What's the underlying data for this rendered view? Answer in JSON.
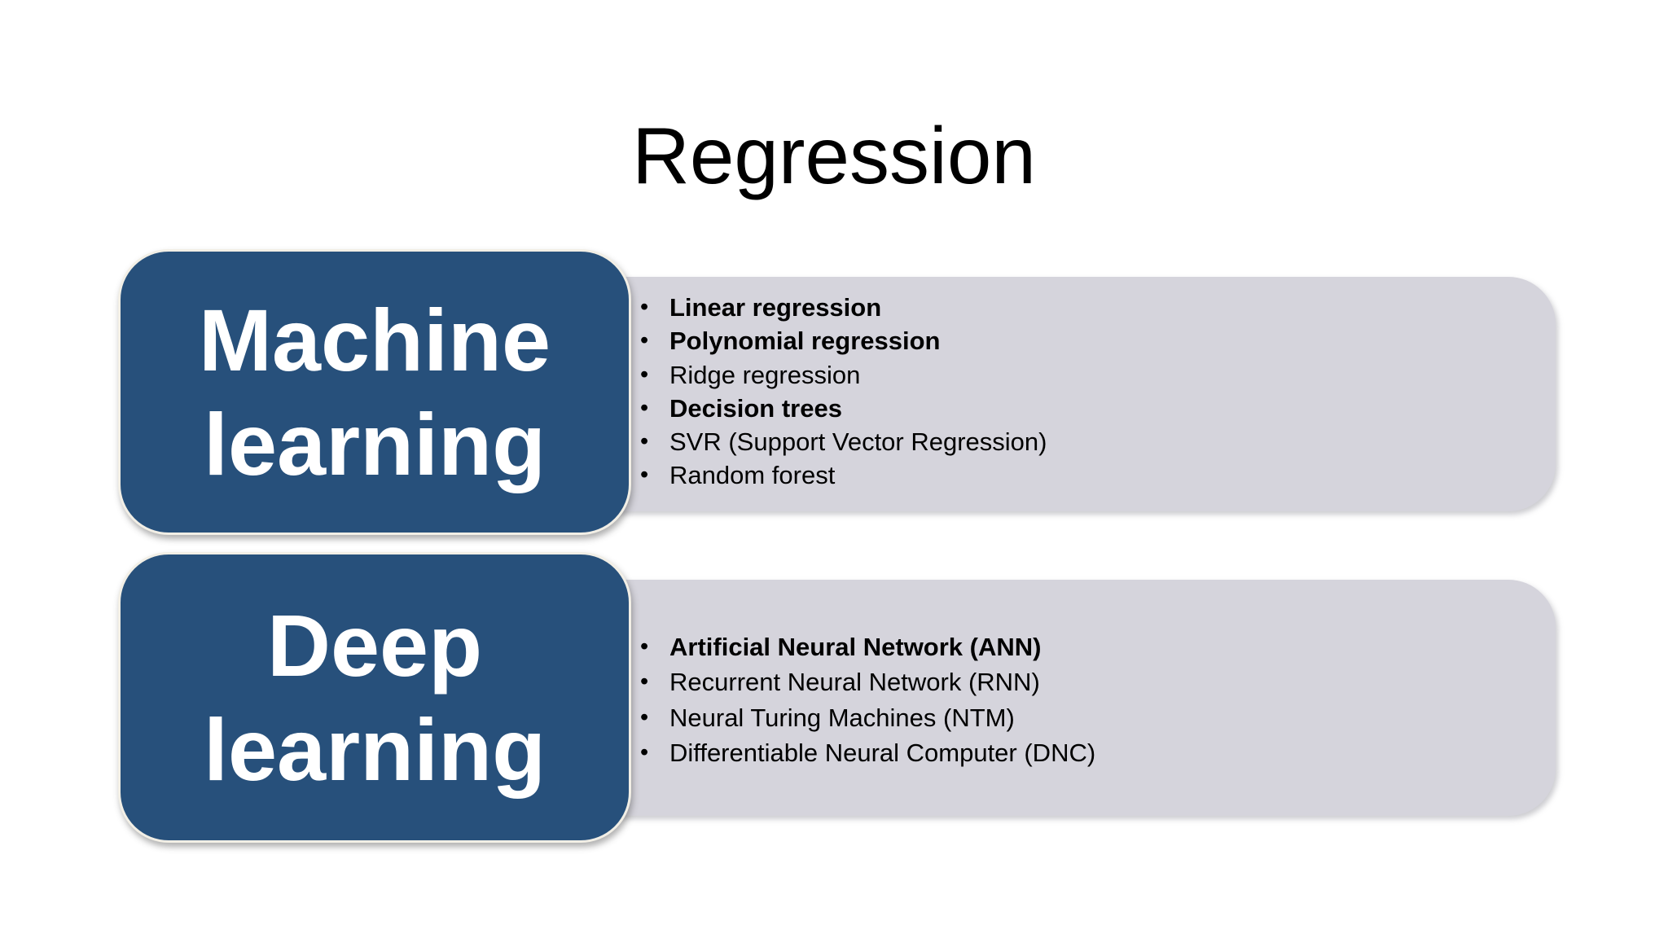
{
  "title": "Regression",
  "bullet_char": "•",
  "colors": {
    "background": "#FFFFFF",
    "title_color": "#000000",
    "category_fill": "#27507B",
    "category_text": "#FFFFFF",
    "category_border": "#F2EFE6",
    "panel_fill": "#D5D4DC",
    "list_text_color": "#000000"
  },
  "rows": [
    {
      "label": "Machine learning",
      "items": [
        {
          "text": "Linear regression",
          "bold": true
        },
        {
          "text": "Polynomial regression",
          "bold": true
        },
        {
          "text": "Ridge regression",
          "bold": false
        },
        {
          "text": "Decision trees",
          "bold": true
        },
        {
          "text": "SVR (Support Vector Regression)",
          "bold": false
        },
        {
          "text": "Random forest",
          "bold": false
        }
      ]
    },
    {
      "label": "Deep learning",
      "items": [
        {
          "text": "Artificial Neural Network (ANN)",
          "bold": true
        },
        {
          "text": "Recurrent Neural Network (RNN)",
          "bold": false
        },
        {
          "text": "Neural Turing Machines (NTM)",
          "bold": false
        },
        {
          "text": "Differentiable Neural Computer (DNC)",
          "bold": false
        }
      ]
    }
  ]
}
